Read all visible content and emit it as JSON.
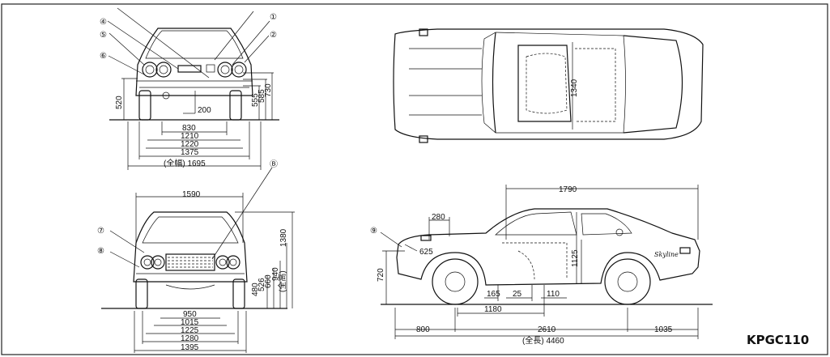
{
  "model_code": "KPGC110",
  "callouts": {
    "c1": "①",
    "c2": "②",
    "c4": "④",
    "c5": "⑤",
    "c6": "⑥",
    "c7": "⑦",
    "c8": "⑧",
    "c9": "⑨",
    "cB": "Ⓑ"
  },
  "front_view": {
    "dims_horizontal": [
      "200",
      "830",
      "1210",
      "1220",
      "1375",
      "(全幅) 1695"
    ],
    "dims_vertical": [
      "520",
      "555",
      "585",
      "730"
    ]
  },
  "rear_view": {
    "dims_horizontal": [
      "1590",
      "950",
      "1015",
      "1225",
      "1280",
      "1395"
    ],
    "dims_vertical": [
      "480",
      "526",
      "660",
      "940",
      "(全高)",
      "1380"
    ]
  },
  "top_view": {
    "dims": [
      "1340"
    ]
  },
  "side_view": {
    "dims": [
      "1790",
      "280",
      "625",
      "720",
      "1125",
      "165",
      "25",
      "110",
      "1180",
      "800",
      "2610",
      "1035",
      "(全長) 4460"
    ],
    "emblem": "Skyline"
  }
}
